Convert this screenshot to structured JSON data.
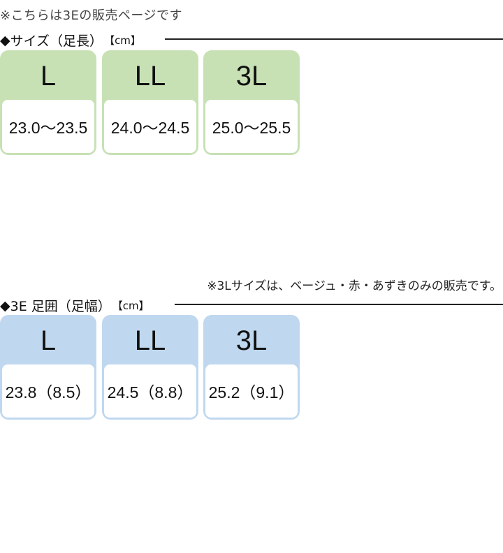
{
  "header_note": "※こちらは3Eの販売ページです",
  "length_section": {
    "marker": "◆",
    "title": "サイズ（足長）",
    "unit": "【cm】",
    "cards": [
      {
        "size": "L",
        "value": "23.0〜23.5"
      },
      {
        "size": "LL",
        "value": "24.0〜24.5"
      },
      {
        "size": "3L",
        "value": "25.0〜25.5"
      }
    ],
    "color": "#c7e1b5"
  },
  "availability_note": "※3Lサイズは、ベージュ・赤・あずきのみの販売です。",
  "width_section": {
    "marker": "◆",
    "title": "3E 足囲（足幅）",
    "unit": "【cm】",
    "cards": [
      {
        "size": "L",
        "value": "23.8（8.5）"
      },
      {
        "size": "LL",
        "value": "24.5（8.8）"
      },
      {
        "size": "3L",
        "value": "25.2（9.1）"
      }
    ],
    "color": "#c0d8ef"
  }
}
